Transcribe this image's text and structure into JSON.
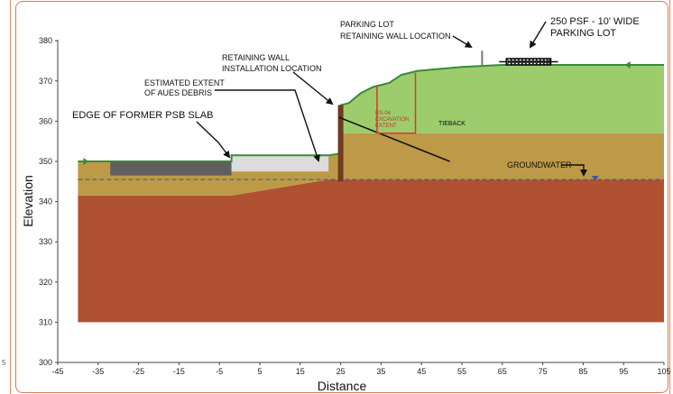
{
  "axes": {
    "xlabel": "Distance",
    "ylabel": "Elevation",
    "x_ticks": [
      -45,
      -35,
      -25,
      -15,
      -5,
      5,
      15,
      25,
      35,
      45,
      55,
      65,
      75,
      85,
      95,
      105
    ],
    "y_ticks": [
      300,
      310,
      320,
      330,
      340,
      350,
      360,
      370,
      380
    ],
    "xlim": [
      -45,
      105
    ],
    "ylim": [
      300,
      382
    ]
  },
  "labels": {
    "psb_slab": "EDGE OF FORMER PSB SLAB",
    "aues_line1": "ESTIMATED EXTENT",
    "aues_line2": "OF AUES DEBRIS",
    "wall_line1": "RETAINING WALL",
    "wall_line2": "INSTALLATION LOCATION",
    "parking_wall_line1": "PARKING LOT",
    "parking_wall_line2": "RETAINING WALL LOCATION",
    "surcharge_line1": "250 PSF - 10' WIDE",
    "surcharge_line2": "PARKING LOT",
    "rs04_line1": "RS-04",
    "rs04_line2": "EXCAVATION",
    "rs04_line3": "EXTENT",
    "tieback": "TIEBACK",
    "groundwater": "GROUNDWATER"
  },
  "left_edge_mark": "5",
  "colors": {
    "bedrock": "#b05232",
    "soil": "#bd9a48",
    "embankment": "#9ccc6c",
    "slab": "#5f5f5f",
    "debris": "#dcdcdc",
    "wall": "#6e3b22",
    "groundwater": "#3b50a0",
    "excavation": "#d63a2a",
    "surface": "#3a8a3a"
  },
  "chart_data": {
    "type": "table",
    "groundwater_elevation": 345.5,
    "retaining_wall": {
      "x": 25,
      "bottom": 345,
      "top": 364
    },
    "tieback": {
      "from": [
        24.5,
        361
      ],
      "to": [
        52,
        350
      ]
    },
    "rs04_excavation": {
      "x_left": 34,
      "x_right": 43.5,
      "bottom": 357,
      "top": 372
    },
    "parking_lot_wall_x": 60,
    "surcharge": {
      "x_left": 66,
      "x_right": 77,
      "elev": 374
    },
    "layers": {
      "bedrock": [
        [
          -40,
          310
        ],
        [
          -40,
          341.5
        ],
        [
          -2,
          341.5
        ],
        [
          22,
          345.5
        ],
        [
          105,
          345.5
        ],
        [
          105,
          310
        ]
      ],
      "soil": [
        [
          -40,
          341.5
        ],
        [
          -40,
          350
        ],
        [
          -2,
          350
        ],
        [
          -2,
          351.5
        ],
        [
          22,
          351.5
        ],
        [
          25,
          352
        ],
        [
          25,
          357
        ],
        [
          105,
          357
        ],
        [
          105,
          345.5
        ],
        [
          22,
          345.5
        ],
        [
          -2,
          341.5
        ]
      ],
      "embankment": [
        [
          25,
          357
        ],
        [
          25,
          364
        ],
        [
          27,
          364.5
        ],
        [
          30,
          367
        ],
        [
          33,
          368.5
        ],
        [
          37,
          369.5
        ],
        [
          40,
          371.5
        ],
        [
          44,
          372.5
        ],
        [
          55,
          373.5
        ],
        [
          65,
          374
        ],
        [
          105,
          374
        ],
        [
          105,
          357
        ]
      ],
      "slab": [
        [
          -32,
          346.5
        ],
        [
          -32,
          350
        ],
        [
          -2,
          350
        ],
        [
          -2,
          346.5
        ]
      ],
      "debris": [
        [
          -2,
          347.5
        ],
        [
          -2,
          351.5
        ],
        [
          22,
          351.5
        ],
        [
          22,
          347.5
        ]
      ],
      "ground_surface": [
        [
          -40,
          350
        ],
        [
          -2,
          350
        ],
        [
          -2,
          351.5
        ],
        [
          22,
          351.5
        ],
        [
          25,
          352
        ],
        [
          25,
          364
        ],
        [
          27,
          364.5
        ],
        [
          30,
          367
        ],
        [
          33,
          368.5
        ],
        [
          37,
          369.5
        ],
        [
          40,
          371.5
        ],
        [
          44,
          372.5
        ],
        [
          55,
          373.5
        ],
        [
          65,
          374
        ],
        [
          105,
          374
        ]
      ]
    }
  }
}
